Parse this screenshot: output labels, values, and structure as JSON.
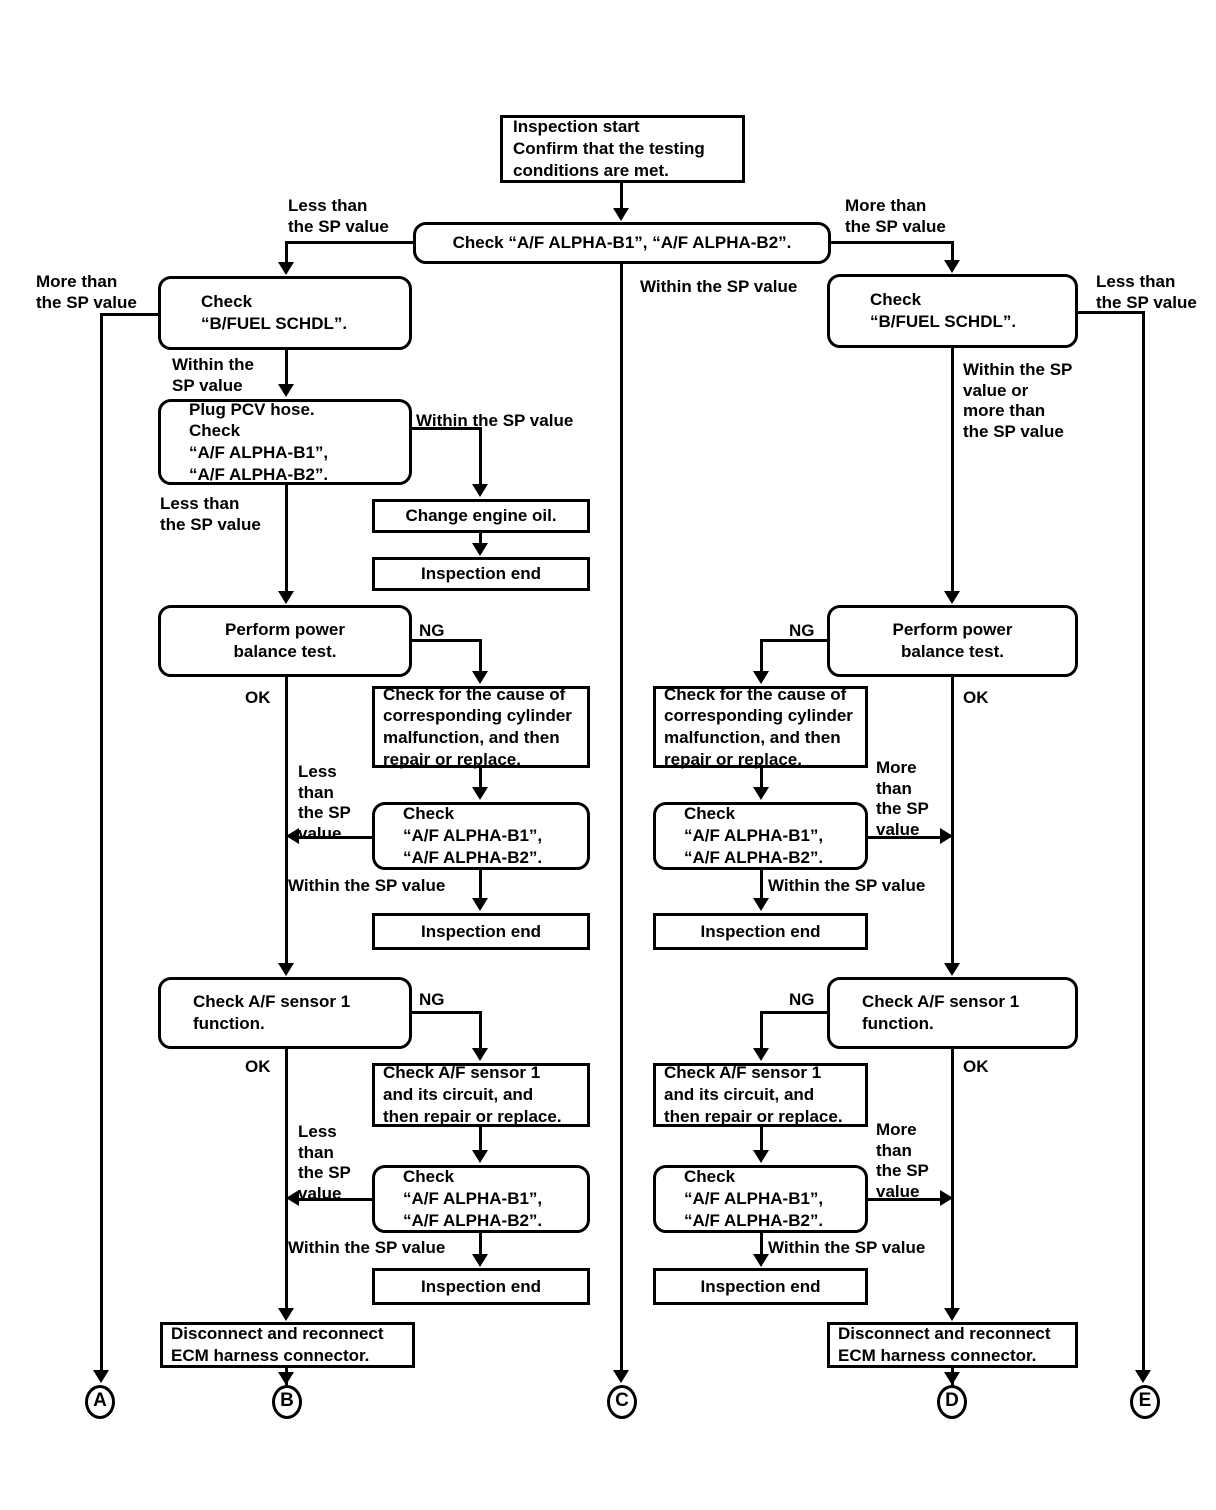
{
  "diagram": {
    "title": "A/F ALPHA diagnostic flowchart",
    "nodes": {
      "start": "Inspection start\nConfirm that the testing\nconditions are met.",
      "check_alpha_main": "Check “A/F ALPHA-B1”, “A/F ALPHA-B2”.",
      "bfuel_left": "Check\n“B/FUEL SCHDL”.",
      "bfuel_right": "Check\n“B/FUEL SCHDL”.",
      "plug_pcv": "Plug PCV hose.\nCheck\n“A/F ALPHA-B1”,\n“A/F ALPHA-B2”.",
      "change_oil": "Change engine oil.",
      "insp_end_1": "Inspection end",
      "power_balance_left": "Perform power\nbalance test.",
      "power_balance_right": "Perform power\nbalance test.",
      "cause_left": "Check for the cause of\ncorresponding cylinder\nmalfunction, and then\nrepair or replace.",
      "cause_right": "Check for the cause of\ncorresponding cylinder\nmalfunction, and then\nrepair or replace.",
      "check_alpha_l2": "Check\n“A/F ALPHA-B1”,\n“A/F ALPHA-B2”.",
      "check_alpha_r2": "Check\n“A/F ALPHA-B1”,\n“A/F ALPHA-B2”.",
      "insp_end_2": "Inspection end",
      "insp_end_3": "Inspection end",
      "af_sensor_left": "Check A/F sensor 1\nfunction.",
      "af_sensor_right": "Check A/F sensor 1\nfunction.",
      "af_circuit_left": "Check A/F sensor 1\nand its circuit, and\nthen repair or replace.",
      "af_circuit_right": "Check A/F sensor 1\nand its circuit, and\nthen repair or replace.",
      "check_alpha_l3": "Check\n“A/F ALPHA-B1”,\n“A/F ALPHA-B2”.",
      "check_alpha_r3": "Check\n“A/F ALPHA-B1”,\n“A/F ALPHA-B2”.",
      "insp_end_4": "Inspection end",
      "insp_end_5": "Inspection end",
      "ecm_left": "Disconnect and reconnect\nECM harness connector.",
      "ecm_right": "Disconnect and reconnect\nECM harness connector."
    },
    "edge_labels": {
      "less_than_top_left": "Less than\nthe SP value",
      "more_than_top_right": "More than\nthe SP value",
      "more_than_far_left": "More than\nthe SP value",
      "less_than_far_right": "Less than\nthe SP value",
      "within_center": "Within the SP value",
      "within_left_bfuel": "Within the\nSP value",
      "within_right_bfuel": "Within the SP\nvalue or\nmore than\nthe SP value",
      "within_pcv": "Within the SP value",
      "less_than_pcv": "Less than\nthe SP value",
      "ng_left_power": "NG",
      "ng_right_power": "NG",
      "ok_left_power": "OK",
      "ok_right_power": "OK",
      "less_than_l2": "Less\nthan\nthe SP\nvalue",
      "more_than_r2": "More\nthan\nthe SP\nvalue",
      "within_l2": "Within the SP value",
      "within_r2": "Within the SP value",
      "ng_left_sensor": "NG",
      "ng_right_sensor": "NG",
      "ok_left_sensor": "OK",
      "ok_right_sensor": "OK",
      "less_than_l3": "Less\nthan\nthe SP\nvalue",
      "more_than_r3": "More\nthan\nthe SP\nvalue",
      "within_l3": "Within the SP value",
      "within_r3": "Within the SP value"
    },
    "connectors": [
      {
        "id": "A",
        "label": "A"
      },
      {
        "id": "B",
        "label": "B"
      },
      {
        "id": "C",
        "label": "C"
      },
      {
        "id": "D",
        "label": "D"
      },
      {
        "id": "E",
        "label": "E"
      }
    ],
    "colors": {
      "stroke": "#000000",
      "fill": "#ffffff"
    }
  }
}
